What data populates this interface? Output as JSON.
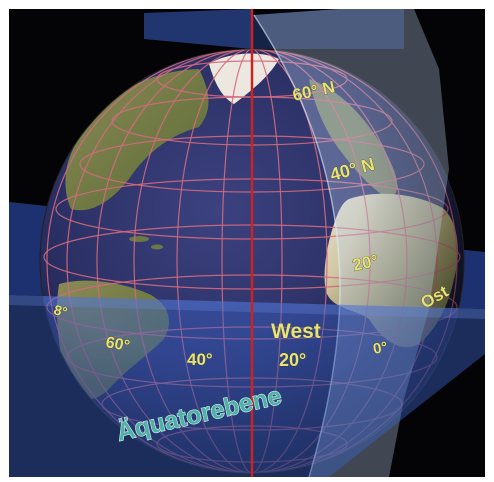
{
  "labels": {
    "lat_60n": "60° N",
    "lat_40n": "40° N",
    "lat_20": "20°",
    "lon_60": "60°",
    "lon_40": "40°",
    "lon_20": "20°",
    "lon_0": "0°",
    "west": "West",
    "ost": "Ost",
    "equatorial_plane": "Äquatorebene",
    "edge_left_fragment": "8°"
  },
  "colors": {
    "background": "#040407",
    "ocean": "#2a2f63",
    "grid": "#d46a80",
    "axis": "#cc2222",
    "plane": "#3a5fc4",
    "label": "#e8e27a"
  }
}
